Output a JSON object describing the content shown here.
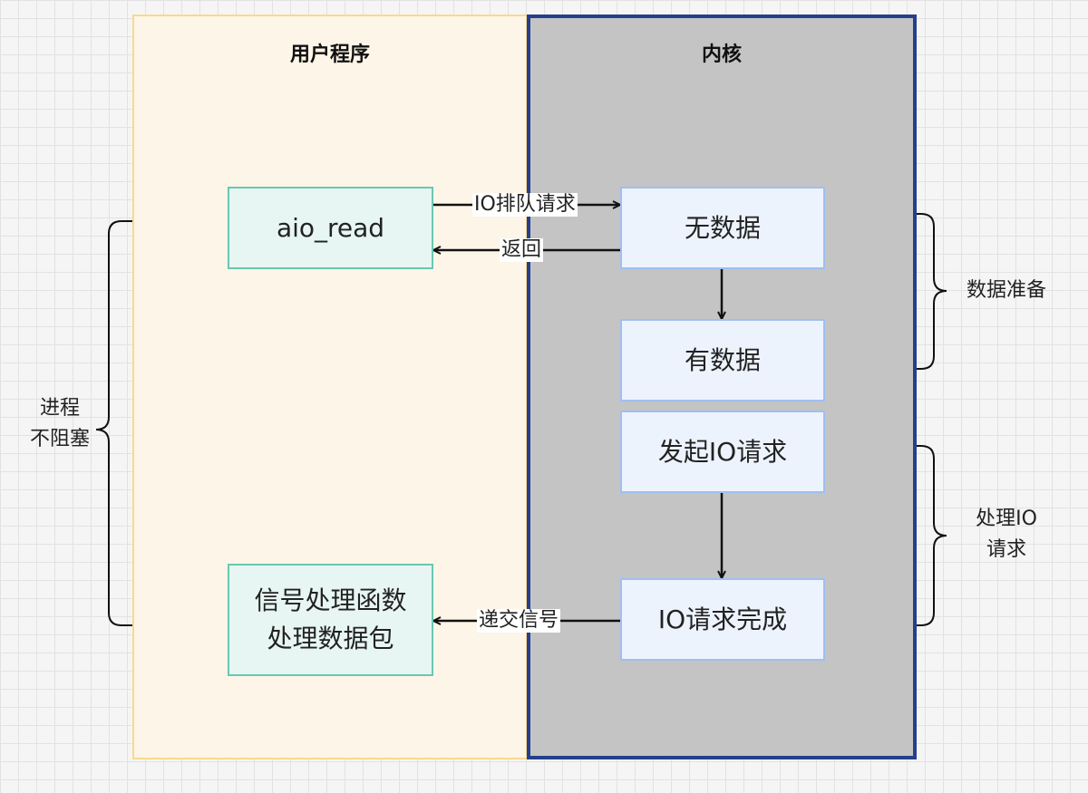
{
  "user_panel": {
    "title": "用户程序"
  },
  "kernel_panel": {
    "title": "内核"
  },
  "nodes": {
    "aio_read": "aio_read",
    "no_data": "无数据",
    "has_data": "有数据",
    "start_io": "发起IO请求",
    "io_done": "IO请求完成",
    "signal_handler_line1": "信号处理函数",
    "signal_handler_line2": "处理数据包"
  },
  "edges": {
    "io_queue_request": "IO排队请求",
    "return": "返回",
    "deliver_signal": "递交信号"
  },
  "side_labels": {
    "process_line1": "进程",
    "process_line2": "不阻塞",
    "data_prep": "数据准备",
    "handle_io_line1": "处理IO",
    "handle_io_line2": "请求"
  },
  "colors": {
    "user_panel_bg": "#fdf5e8",
    "user_panel_border": "#f8d98e",
    "kernel_panel_bg": "#c4c4c4",
    "kernel_panel_border": "#263f8c",
    "user_node_bg": "#e7f6f2",
    "kernel_node_bg": "#edf3fd"
  }
}
